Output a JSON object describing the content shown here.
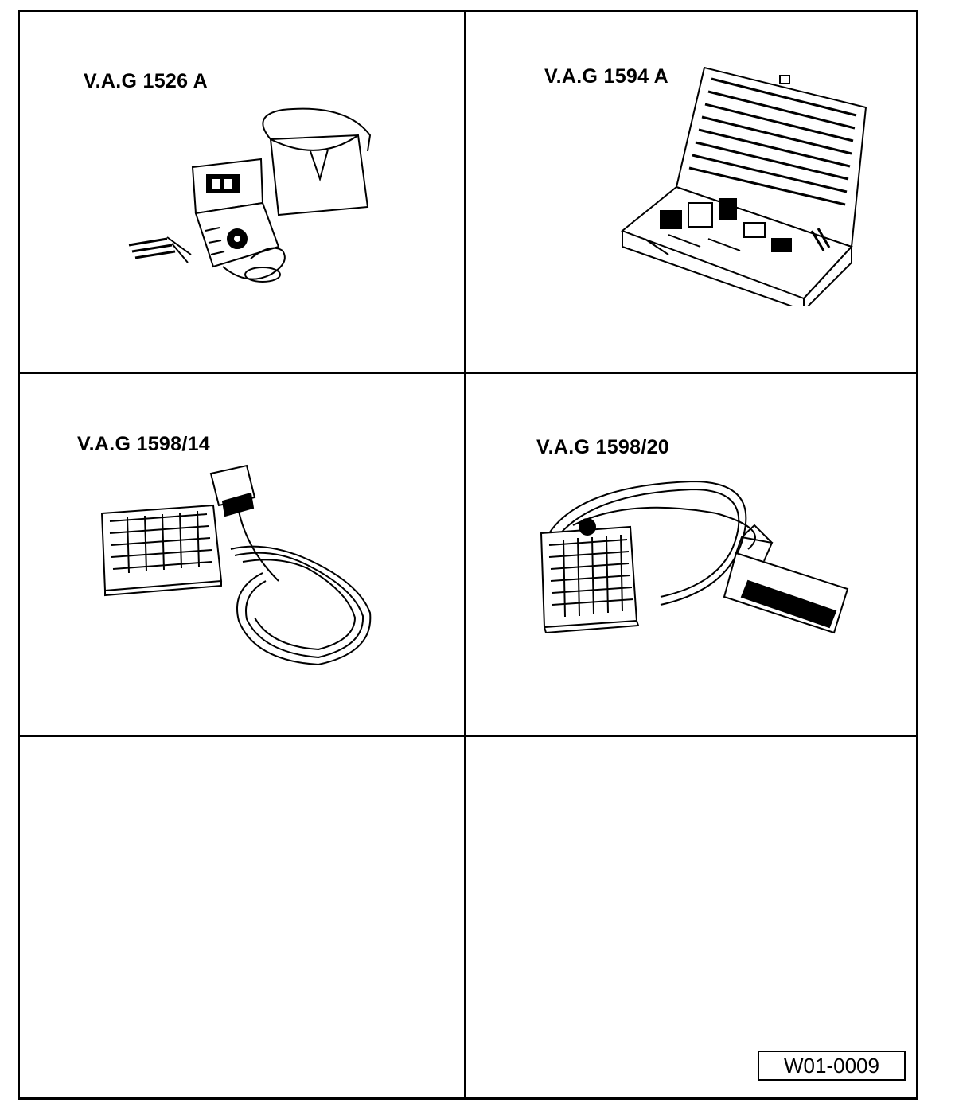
{
  "panels": [
    {
      "label": "V.A.G 1526 A",
      "icon": "multimeter-with-carry-bag"
    },
    {
      "label": "V.A.G 1594 A",
      "icon": "adapter-case-open"
    },
    {
      "label": "V.A.G 1598/14",
      "icon": "test-box-with-cable"
    },
    {
      "label": "V.A.G 1598/20",
      "icon": "test-box-with-cable-and-connector"
    }
  ],
  "figure_ref": "W01-0009"
}
